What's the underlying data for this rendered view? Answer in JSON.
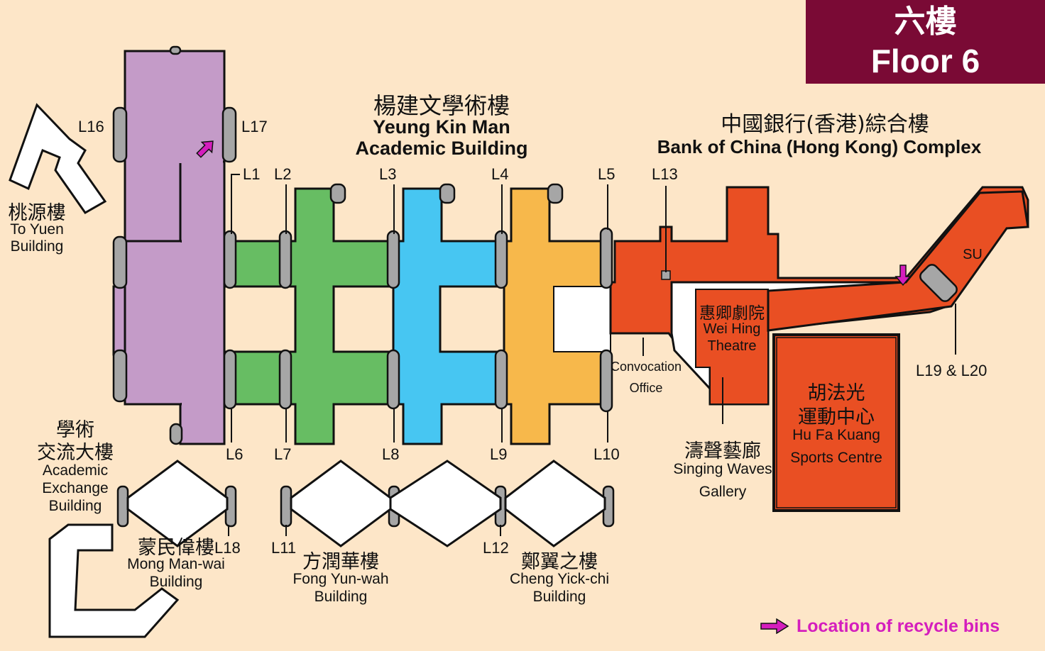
{
  "title": {
    "zh": "六樓",
    "en": "Floor 6"
  },
  "buildings": {
    "yeung_kin_man": {
      "zh": "楊建文學術樓",
      "en_line1": "Yeung Kin Man",
      "en_line2": "Academic Building"
    },
    "bank_of_china": {
      "zh": "中國銀行(香港)綜合樓",
      "en": "Bank of China (Hong Kong) Complex"
    },
    "to_yuen": {
      "zh": "桃源樓",
      "en_line1": "To Yuen",
      "en_line2": "Building"
    },
    "academic_exchange": {
      "zh_line1": "學術",
      "zh_line2": "交流大樓",
      "en_line1": "Academic",
      "en_line2": "Exchange",
      "en_line3": "Building"
    },
    "mong_man_wai": {
      "zh": "蒙民偉樓",
      "en_line1": "Mong Man-wai",
      "en_line2": "Building"
    },
    "fong_yun_wah": {
      "zh": "方潤華樓",
      "en_line1": "Fong Yun-wah",
      "en_line2": "Building"
    },
    "cheng_yick_chi": {
      "zh": "鄭翼之樓",
      "en_line1": "Cheng Yick-chi",
      "en_line2": "Building"
    },
    "wei_hing": {
      "zh": "惠卿劇院",
      "en_line1": "Wei Hing",
      "en_line2": "Theatre"
    },
    "singing_waves": {
      "zh": "濤聲藝廊",
      "en_line1": "Singing Waves",
      "en_line2": "Gallery"
    },
    "hu_fa_kuang": {
      "zh_line1": "胡法光",
      "zh_line2": "運動中心",
      "en_line1": "Hu Fa Kuang",
      "en_line2": "Sports Centre"
    },
    "convocation": {
      "line1": "Convocation",
      "line2": "Office"
    },
    "su": "SU"
  },
  "lifts": {
    "L1": "L1",
    "L2": "L2",
    "L3": "L3",
    "L4": "L4",
    "L5": "L5",
    "L6": "L6",
    "L7": "L7",
    "L8": "L8",
    "L9": "L9",
    "L10": "L10",
    "L11": "L11",
    "L12": "L12",
    "L13": "L13",
    "L16": "L16",
    "L17": "L17",
    "L18": "L18",
    "L19_20": "L19 & L20"
  },
  "legend": {
    "text": "Location of recycle bins",
    "color": "#d41ebd",
    "icon": "arrow-right-icon"
  },
  "colors": {
    "background": "#fde6c8",
    "title_box": "#7a0a35",
    "purple": "#c49bc8",
    "green": "#67bd63",
    "blue": "#47c6f2",
    "yellow": "#f7b84b",
    "red_orange": "#e94f23",
    "lift_grey": "#a6a6a6"
  }
}
